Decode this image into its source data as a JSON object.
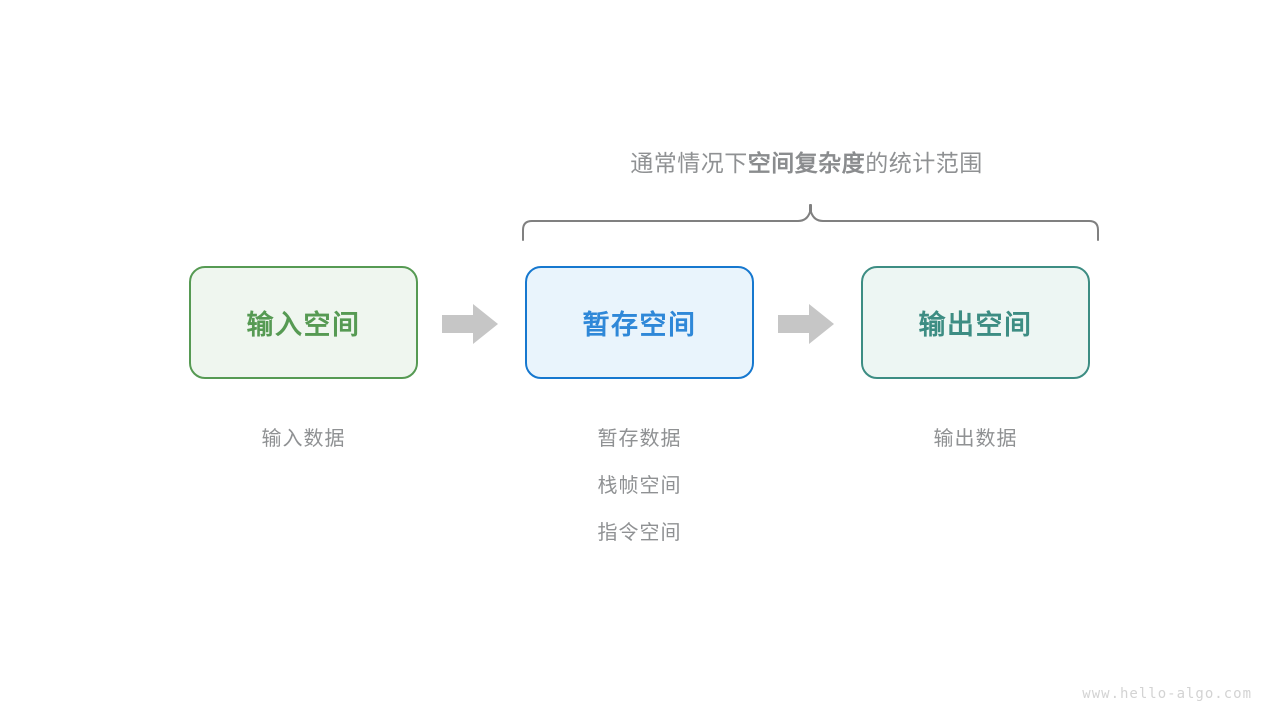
{
  "diagram": {
    "brace_caption": {
      "prefix": "通常情况下",
      "emphasis": "空间复杂度",
      "suffix": "的统计范围"
    },
    "brace": {
      "name": "curly-brace",
      "color": "#808080"
    },
    "stages": [
      {
        "id": "input",
        "box_label": "输入空间",
        "box_fill": "#eff6ef",
        "box_border": "#569a53",
        "box_text_color": "#569a53",
        "captions": [
          "输入数据"
        ]
      },
      {
        "id": "temp",
        "box_label": "暂存空间",
        "box_fill": "#e9f4fc",
        "box_border": "#1678cf",
        "box_text_color": "#2f88d8",
        "captions": [
          "暂存数据",
          "栈帧空间",
          "指令空间"
        ]
      },
      {
        "id": "output",
        "box_label": "输出空间",
        "box_fill": "#edf6f3",
        "box_border": "#3d8d83",
        "box_text_color": "#3d8d83",
        "captions": [
          "输出数据"
        ]
      }
    ],
    "arrows": [
      {
        "id": "arrow-input-to-temp",
        "icon": "right-block-arrow-icon",
        "color": "#c6c6c6"
      },
      {
        "id": "arrow-temp-to-output",
        "icon": "right-block-arrow-icon",
        "color": "#c6c6c6"
      }
    ],
    "watermark": "www.hello-algo.com",
    "caption_color": "#8f9193"
  }
}
